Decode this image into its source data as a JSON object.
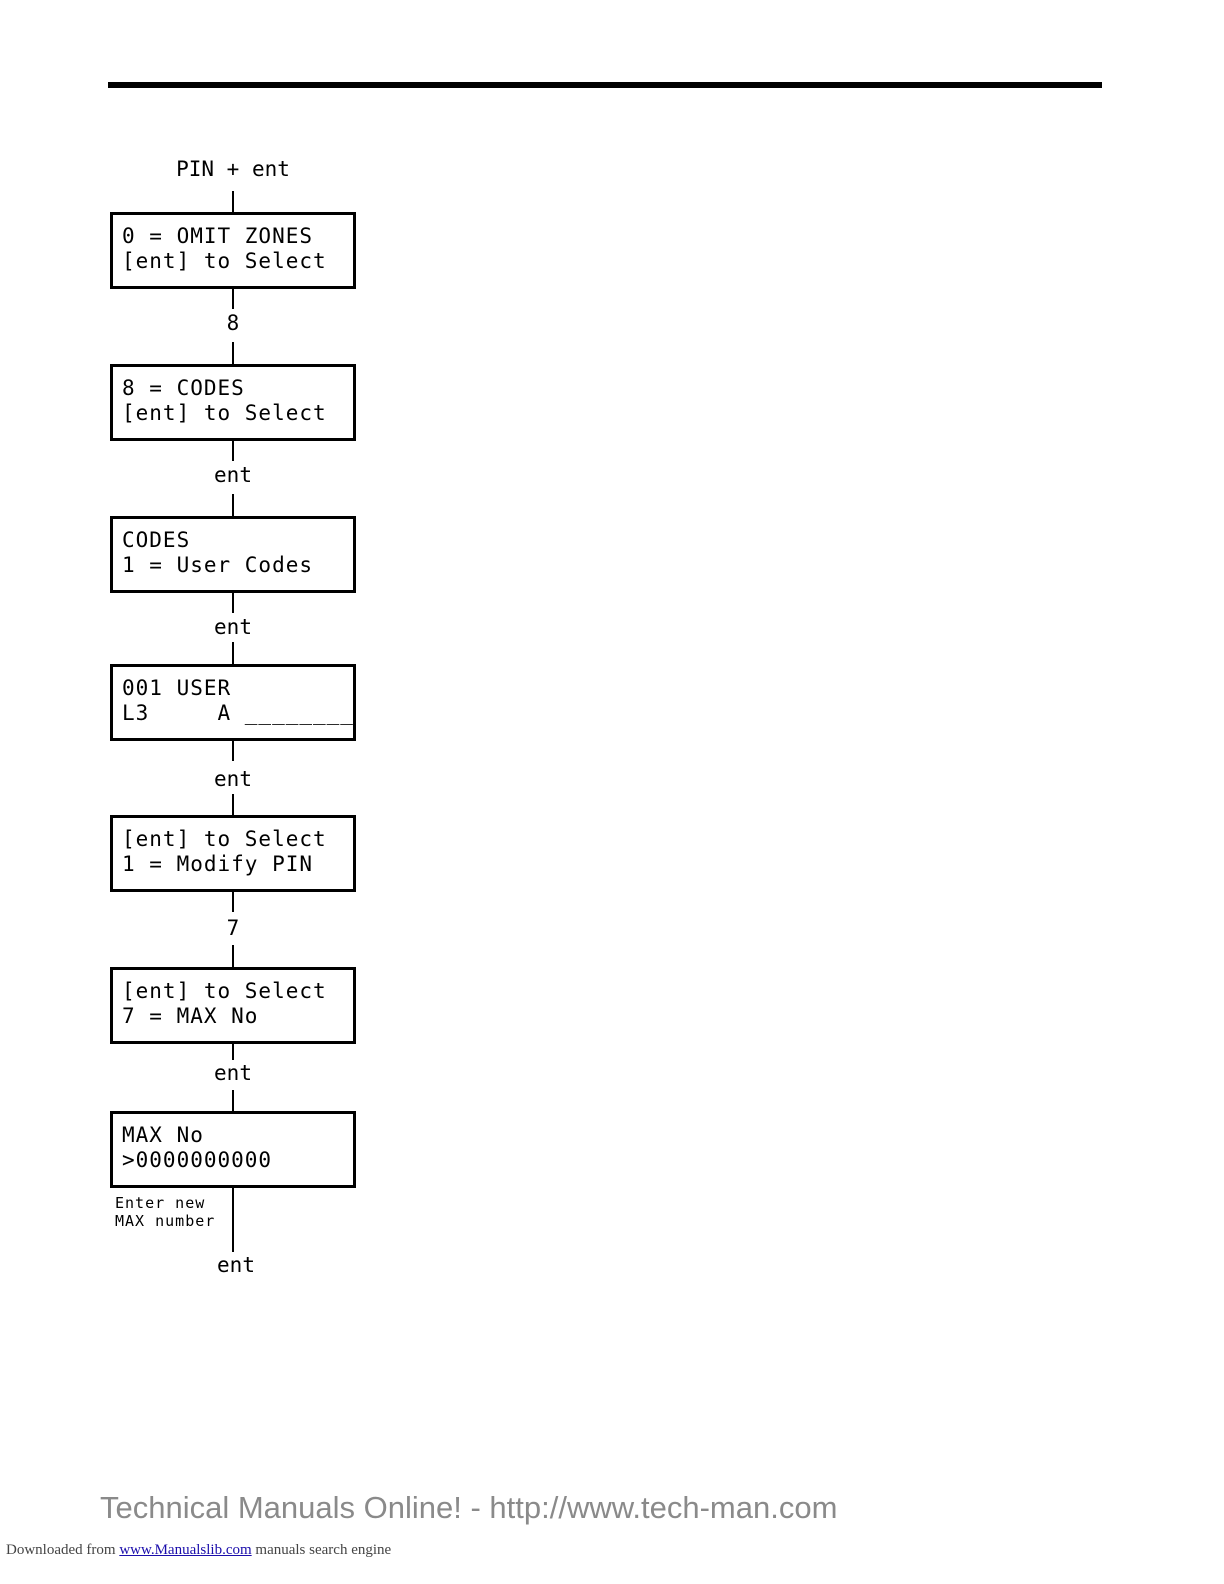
{
  "diagram": {
    "start_label": "PIN + ent",
    "steps": [
      {
        "screen": [
          "0 = OMIT ZONES",
          "[ent] to Select"
        ],
        "key": "8"
      },
      {
        "screen": [
          "8 = CODES",
          "[ent] to Select"
        ],
        "key": "ent"
      },
      {
        "screen": [
          "CODES",
          "1 = User Codes"
        ],
        "key": "ent"
      },
      {
        "screen": [
          "001 USER",
          "L3     A ________"
        ],
        "key": "ent"
      },
      {
        "screen": [
          "[ent] to Select",
          "1 = Modify PIN"
        ],
        "key": "7"
      },
      {
        "screen": [
          "[ent] to Select",
          "7 = MAX No"
        ],
        "key": "ent"
      },
      {
        "screen": [
          "MAX No",
          ">0000000000"
        ],
        "key": ""
      }
    ],
    "note": [
      "Enter new",
      "MAX number"
    ],
    "end_label": "ent"
  },
  "footer": {
    "watermark": "Technical Manuals Online! - http://www.tech-man.com",
    "downloaded_from": "Downloaded from",
    "link_text": "www.Manualslib.com",
    "suffix": "manuals search engine"
  }
}
